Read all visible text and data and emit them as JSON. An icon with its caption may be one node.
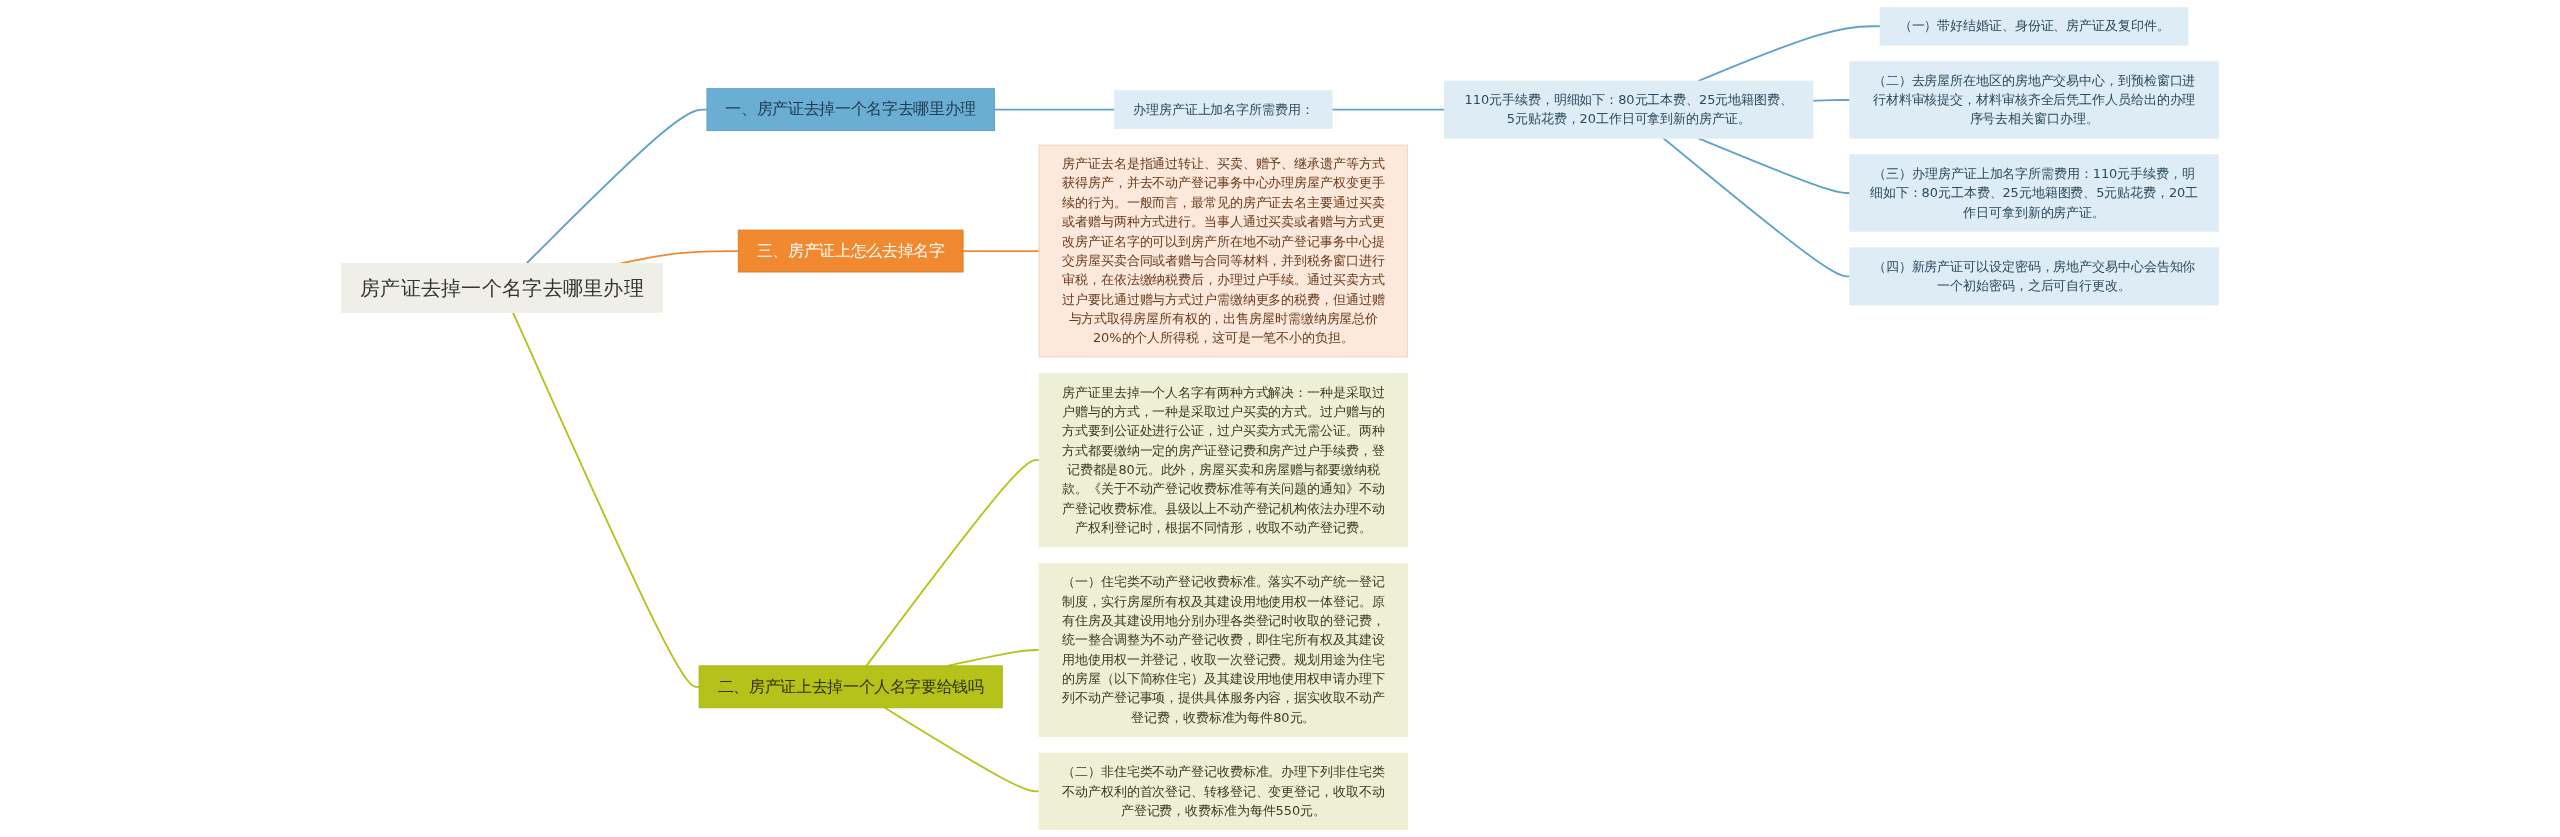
{
  "diagram": {
    "nodes": [
      {
        "text": [
          "房产证去掉一个名字去哪里办理"
        ]
      },
      {
        "text": [
          "一、房产证去掉一个名字去哪里办理"
        ]
      },
      {
        "text": [
          "办理房产证上加名字所需费用："
        ]
      },
      {
        "text": [
          "110元手续费，明细如下：80元工本费、25元地籍图费、5元贴花费，20工作日可拿到新的房产证。"
        ]
      },
      {
        "text": [
          "（一）带好结婚证、身份证、房产证及复印件。"
        ]
      },
      {
        "text": [
          "（二）去房屋所在地区的房地产交易中心，到预检窗口进行材料审核提交，材料审核齐全后凭工作人员给出的办理序号去相关窗口办理。"
        ]
      },
      {
        "text": [
          "（三）办理房产证上加名字所需费用：110元手续费，明细如下：80元工本费、25元地籍图费、5元贴花费，20工作日可拿到新的房产证。"
        ]
      },
      {
        "text": [
          "（四）新房产证可以设定密码，房地产交易中心会告知你一个初始密码，之后可自行更改。"
        ]
      },
      {
        "text": [
          "三、房产证上怎么去掉名字"
        ]
      },
      {
        "text": [
          "房产证去名是指通过转让、买卖、赠予、继承遗产等方式获得房产，并去不动产登记事务中心办理房屋产权变更手续的行为。一般而言，最常见的房产证去名主要通过买卖或者赠与两种方式进行。当事人通过买卖或者赠与方式更改房产证名字的可以到房产所在地不动产登记事务中心提交房屋买卖合同或者赠与合同等材料，并到税务窗口进行审税，在依法缴纳税费后，办理过户手续。通过买卖方式过户要比通过赠与方式过户需缴纳更多的税费，但通过赠与方式取得房屋所有权的，出售房屋时需缴纳房屋总价20%的个人所得税，这可是一笔不小的负担。"
        ]
      },
      {
        "text": [
          "二、房产证上去掉一个人名字要给钱吗"
        ]
      },
      {
        "text": [
          "房产证里去掉一个人名字有两种方式解决：一种是采取过户赠与的方式，一种是采取过户买卖的方式。过户赠与的方式要到公证处进行公证，过户买卖方式无需公证。两种方式都要缴纳一定的房产证登记费和房产过户手续费，登记费都是80元。此外，房屋买卖和房屋赠与都要缴纳税款。《关于不动产登记收费标准等有关问题的通知》不动产登记收费标准。县级以上不动产登记机构依法办理不动产权利登记时，根据不同情形，收取不动产登记费。"
        ]
      },
      {
        "text": [
          "（一）住宅类不动产登记收费标准。落实不动产统一登记制度，实行房屋所有权及其建设用地使用权一体登记。原有住房及其建设用地分别办理各类登记时收取的登记费，统一整合调整为不动产登记收费，即住宅所有权及其建设用地使用权一并登记，收取一次登记费。规划用途为住宅的房屋（以下简称住宅）及其建设用地使用权申请办理下列不动产登记事项，提供具体服务内容，据实收取不动产登记费，收费标准为每件80元。"
        ]
      },
      {
        "text": [
          "（二）非住宅类不动产登记收费标准。办理下列非住宅类不动产权利的首次登记、转移登记、变更登记，收取不动产登记费，收费标准为每件550元。"
        ]
      }
    ],
    "edges": [
      {
        "from": 0,
        "to": 1,
        "arrow": "none"
      },
      {
        "from": 1,
        "to": 2,
        "arrow": "none"
      },
      {
        "from": 2,
        "to": 3,
        "arrow": "none"
      },
      {
        "from": 3,
        "to": 4,
        "arrow": "none"
      },
      {
        "from": 3,
        "to": 5,
        "arrow": "none"
      },
      {
        "from": 3,
        "to": 6,
        "arrow": "none"
      },
      {
        "from": 3,
        "to": 7,
        "arrow": "none"
      },
      {
        "from": 0,
        "to": 8,
        "arrow": "none",
        "color": "#f0892f"
      },
      {
        "from": 8,
        "to": 9,
        "arrow": "none",
        "color": "#f0892f"
      },
      {
        "from": 0,
        "to": 10,
        "arrow": "none",
        "color": "#b5c21a"
      },
      {
        "from": 10,
        "to": 11,
        "arrow": "none",
        "color": "#b5c21a"
      },
      {
        "from": 10,
        "to": 12,
        "arrow": "none",
        "color": "#b5c21a"
      },
      {
        "from": 10,
        "to": 13,
        "arrow": "none",
        "color": "#b5c21a"
      }
    ]
  }
}
